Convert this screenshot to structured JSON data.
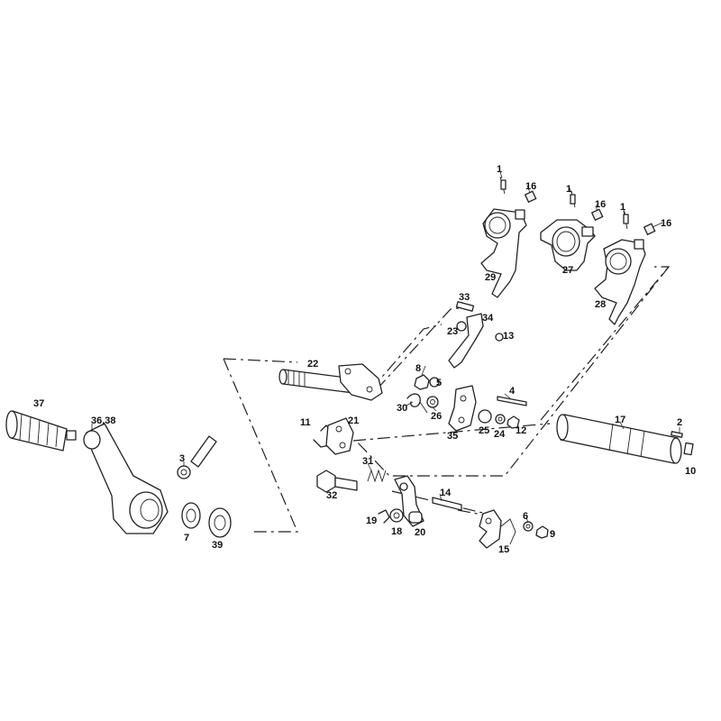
{
  "labels": {
    "l1a": "1",
    "l1b": "1",
    "l1c": "1",
    "l16a": "16",
    "l16b": "16",
    "l16c": "16",
    "l29": "29",
    "l27": "27",
    "l28": "28",
    "l33": "33",
    "l34": "34",
    "l23": "23",
    "l13": "13",
    "l22": "22",
    "l8": "8",
    "l5": "5",
    "l4": "4",
    "l30": "30",
    "l26": "26",
    "l35": "35",
    "l25": "25",
    "l24": "24",
    "l12": "12",
    "l17": "17",
    "l2": "2",
    "l10": "10",
    "l37": "37",
    "l3638": "36,38",
    "l3": "3",
    "l7": "7",
    "l39": "39",
    "l11": "11",
    "l21": "21",
    "l31": "31",
    "l32": "32",
    "l14": "14",
    "l19": "19",
    "l18": "18",
    "l20": "20",
    "l6": "6",
    "l9": "9",
    "l15": "15"
  }
}
